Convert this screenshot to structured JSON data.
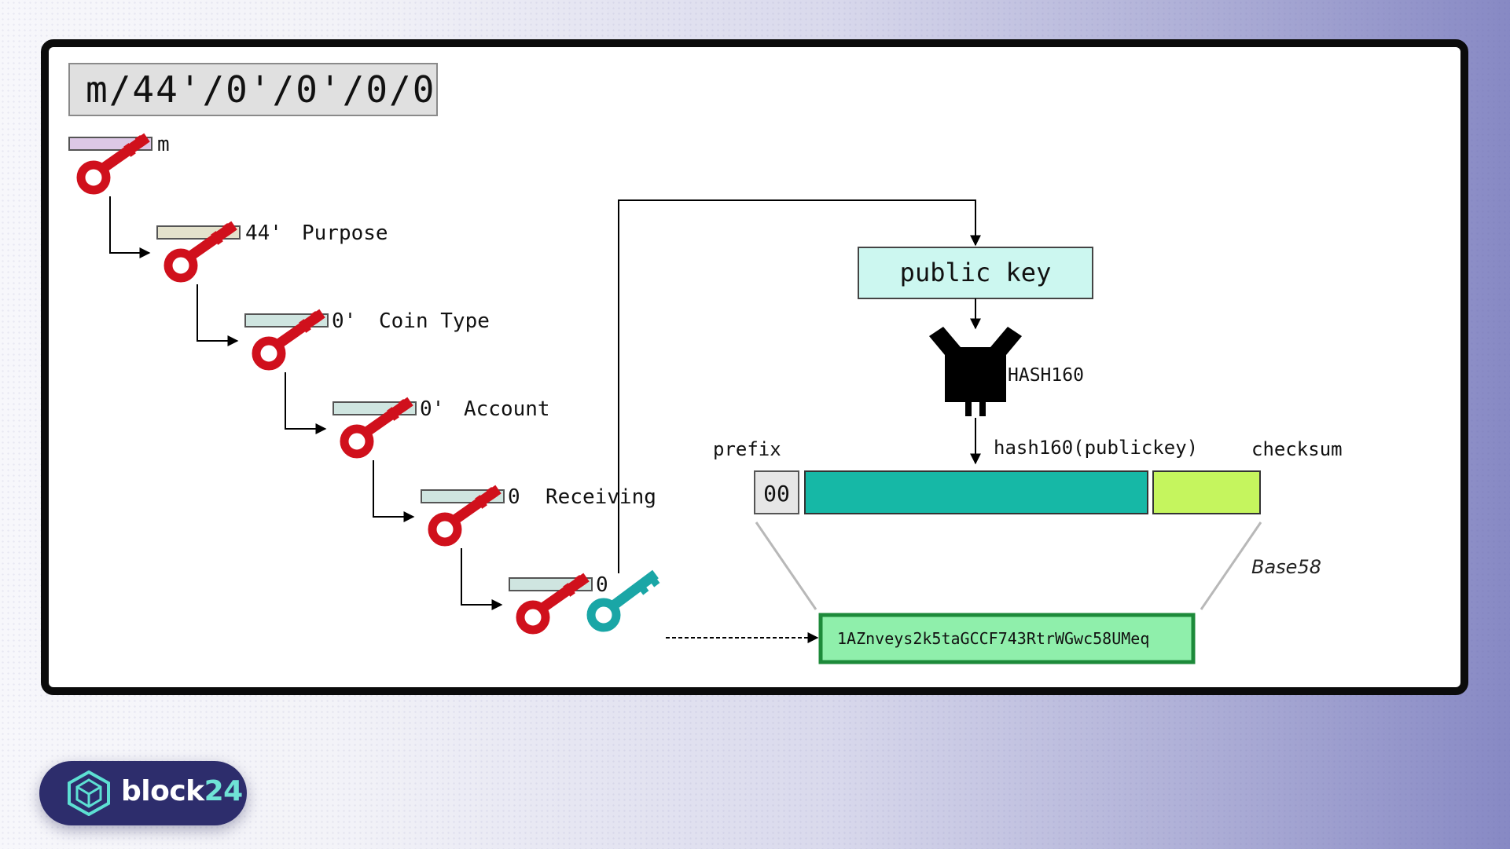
{
  "derivation_path": "m/44'/0'/0'/0/0",
  "levels": [
    {
      "value": "m",
      "label": "",
      "bar_color": "#ddc8e6"
    },
    {
      "value": "44'",
      "label": "Purpose",
      "bar_color": "#e4e2cc"
    },
    {
      "value": "0'",
      "label": "Coin Type",
      "bar_color": "#cfe5e0"
    },
    {
      "value": "0'",
      "label": "Account",
      "bar_color": "#cfe5e0"
    },
    {
      "value": "0",
      "label": "Receiving",
      "bar_color": "#cfe5e0"
    },
    {
      "value": "0",
      "label": "",
      "bar_color": "#cfe5e0"
    }
  ],
  "public_key": {
    "label": "public key",
    "fill": "#ccf7f0"
  },
  "hash_function": "HASH160",
  "address_parts": {
    "prefix_label": "prefix",
    "prefix_value": "00",
    "hash_label": "hash160(publickey)",
    "checksum_label": "checksum",
    "hash_color": "#16b8a6",
    "checksum_color": "#c5f55e"
  },
  "encoding_label": "Base58",
  "address": "1AZnveys2k5taGCCF743RtrWGwc58UMeq",
  "colors": {
    "private_key": "#d0101c",
    "public_key_icon": "#1aa6a6",
    "address_fill": "#8fefab",
    "address_border": "#1d8a3a"
  },
  "brand": {
    "name_prefix": "block",
    "name_suffix": "24"
  },
  "icons": [
    "red-key-icon",
    "teal-key-icon",
    "hash160-funnel-icon",
    "block24-logo-icon"
  ]
}
